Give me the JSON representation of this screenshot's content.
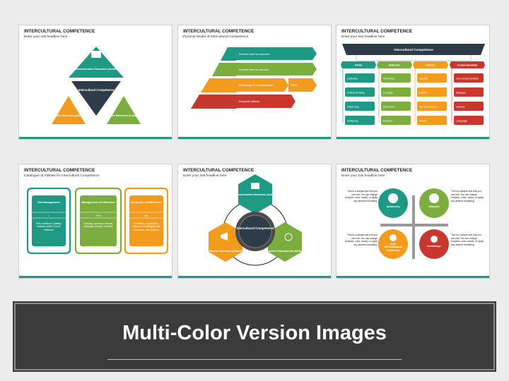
{
  "banner": {
    "title": "Multi-Color Version Images"
  },
  "slides": [
    {
      "title": "INTERCULTURAL COMPETENCE",
      "subtitle": "Enter your sub headline here",
      "center": "Intercultural Competence",
      "top": "Communicative Dimension (Action)",
      "left": "Affective Dimension (Attitude)",
      "right": "Cognitive Dimension (Knowledge)"
    },
    {
      "title": "INTERCULTURAL COMPETENCE",
      "subtitle": "Pyramid Model of Intercultural Competence",
      "levels": [
        "Desired external outcome",
        "Desired internal outcome",
        "Knowledge & comprehension",
        "Requisite attitude"
      ],
      "side_label": "Skills"
    },
    {
      "title": "INTERCULTURAL COMPETENCE",
      "subtitle": "Enter your sub headline here",
      "root": "Intercultural Competence",
      "columns": [
        {
          "head": "Skills",
          "items": [
            "Listening",
            "Critical thinking",
            "Observing",
            "Analyzing"
          ]
        },
        {
          "head": "Attitudes",
          "items": [
            "Openness",
            "Curiosity",
            "Discovery",
            "Respect"
          ]
        },
        {
          "head": "Culture",
          "items": [
            "Identity",
            "Beliefs",
            "Self-awareness",
            "Values"
          ]
        },
        {
          "head": "Communication",
          "items": [
            "Non-verbal behavior",
            "Dialogue",
            "Literacy",
            "Language"
          ]
        }
      ]
    },
    {
      "title": "INTERCULTURAL COMPETENCE",
      "subtitle": "Catalogue of Abilities for Intercultural Competence",
      "boxes": [
        {
          "head": "Self-Management",
          "mid": "I",
          "body": "Self-confidence, stability, maturity, ability to trust, resilience"
        },
        {
          "head": "Management of Difference",
          "mid": "YOU",
          "body": "Curiosity, openness, interest, ambiguity, respect, modesty"
        },
        {
          "head": "Integration of Difference",
          "mid": "WE",
          "body": "Flexibility, simplification, tolerance of ambiguity and frustration, role distance"
        }
      ]
    },
    {
      "title": "INTERCULTURAL COMPETENCE",
      "subtitle": "Enter your sub headline here",
      "center": "Intercultural Competence",
      "top": "Communicative Dimension (Action)",
      "left": "Affective Dimension (Attitude)",
      "right": "Cognitive Dimension (Knowledge)"
    },
    {
      "title": "INTERCULTURAL COMPETENCE",
      "subtitle": "Enter your sub headline here",
      "circles": [
        "Awareness",
        "Attitudes",
        "Skills Methodological Proficiency",
        "Knowledge"
      ],
      "sample_text": "This is a sample text that you can edit. You can change font(size, color, name), or apply any desired formatting."
    }
  ]
}
